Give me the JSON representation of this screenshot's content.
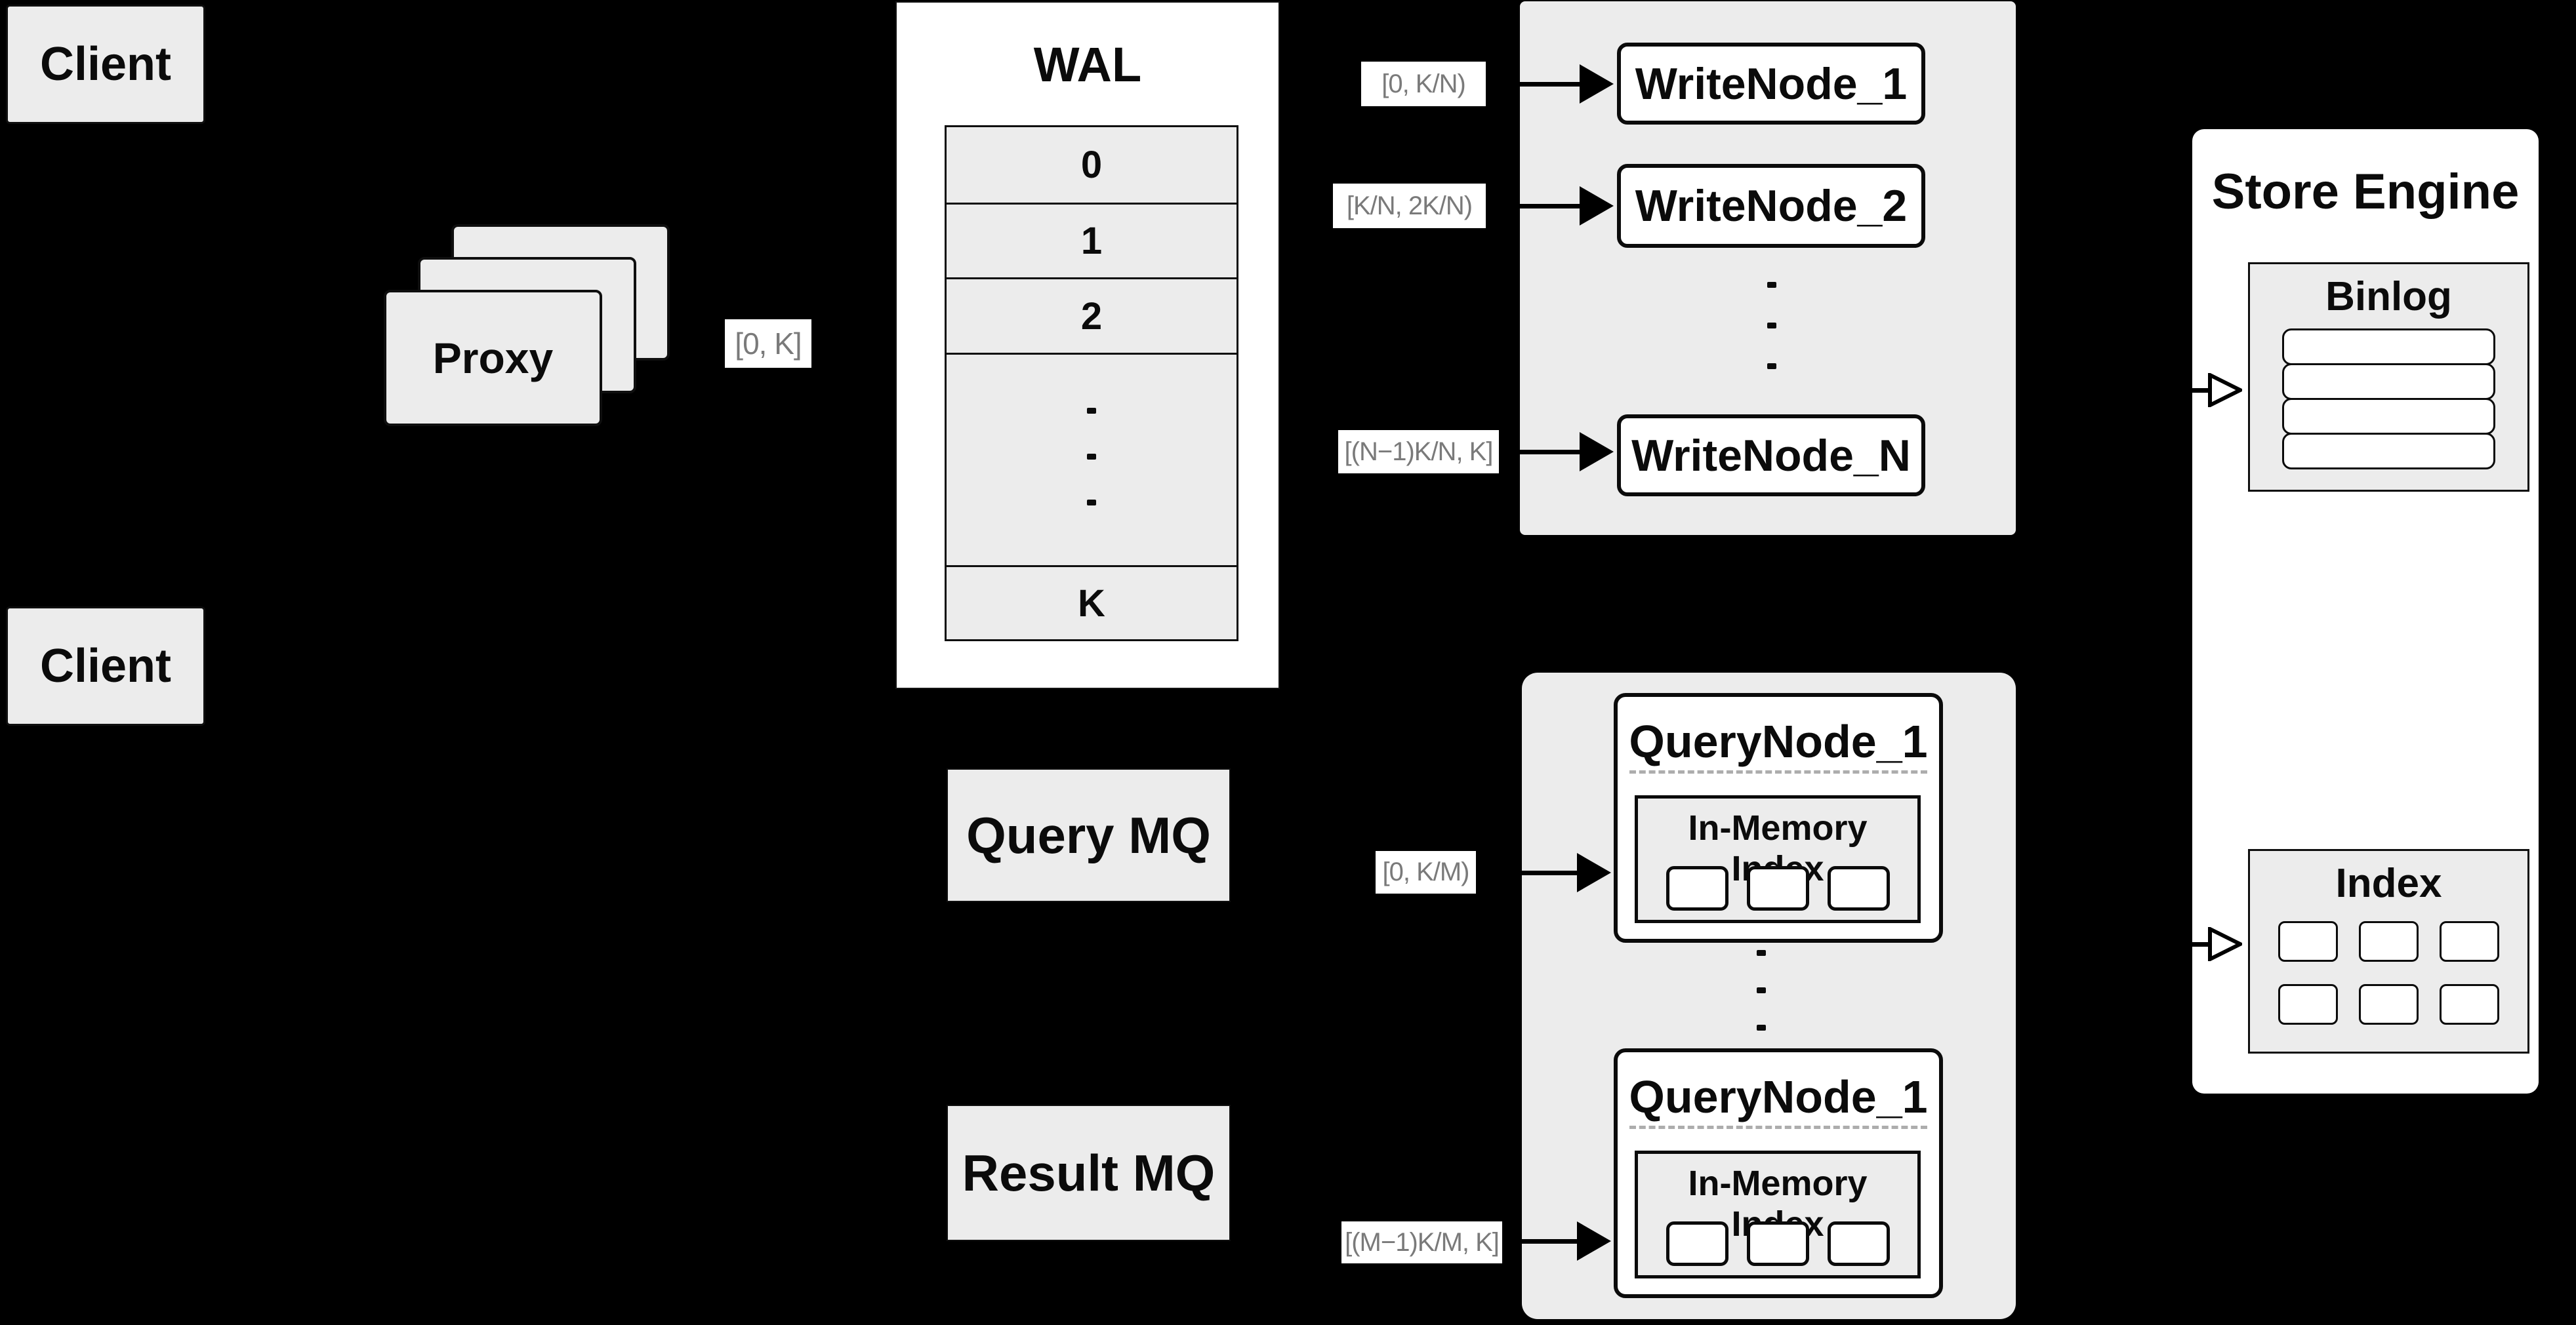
{
  "palette": {
    "background": "#000000",
    "box_fill": "#ececec",
    "white": "#ffffff",
    "line": "#0f0f0f",
    "range_text": "#7a7a7a"
  },
  "clients": {
    "top_label": "Client",
    "bottom_label": "Client"
  },
  "proxy": {
    "label": "Proxy",
    "range_label": "[0, K]"
  },
  "wal": {
    "title": "WAL",
    "segments": [
      "0",
      "1",
      "2"
    ],
    "last_segment": "K"
  },
  "write_nodes": {
    "items": [
      {
        "range": "[0, K/N)",
        "label": "WriteNode_1"
      },
      {
        "range": "[K/N, 2K/N)",
        "label": "WriteNode_2"
      },
      {
        "range": "[(N−1)K/N, K]",
        "label": "WriteNode_N"
      }
    ]
  },
  "query_mq": {
    "label": "Query MQ"
  },
  "result_mq": {
    "label": "Result MQ"
  },
  "query_nodes": {
    "items": [
      {
        "range": "[0, K/M)",
        "title": "QueryNode_1",
        "inner_title": "In-Memory Index"
      },
      {
        "range": "[(M−1)K/M, K]",
        "title": "QueryNode_1",
        "inner_title": "In-Memory Index"
      }
    ]
  },
  "store_engine": {
    "title": "Store Engine",
    "binlog_title": "Binlog",
    "index_title": "Index"
  }
}
